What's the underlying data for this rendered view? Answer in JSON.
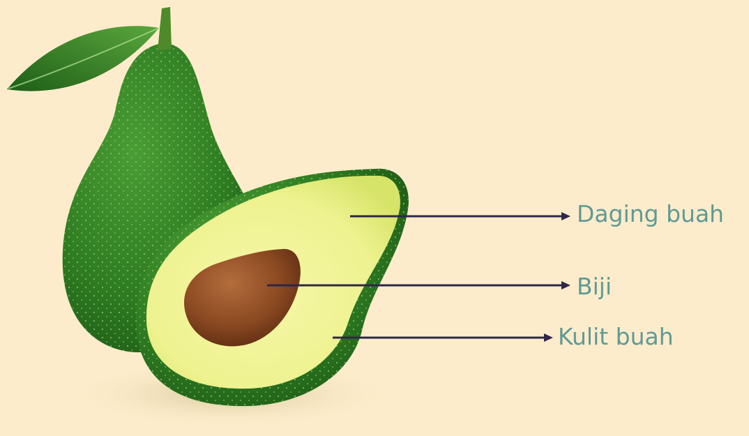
{
  "labels": {
    "flesh": "Daging buah",
    "seed": "Biji",
    "skin": "Kulit buah"
  },
  "colors": {
    "background": "#fdeccb",
    "label_text": "#5f9a95",
    "pointer_line": "#2e2748",
    "avocado_skin": "#2f7d22",
    "avocado_flesh": "#f2f59a",
    "avocado_seed": "#8c4a22",
    "leaf": "#3c8a2c"
  },
  "icons": {
    "whole_avocado": "whole-avocado-icon",
    "half_avocado": "half-avocado-icon",
    "leaf": "leaf-icon",
    "seed": "seed-icon"
  }
}
